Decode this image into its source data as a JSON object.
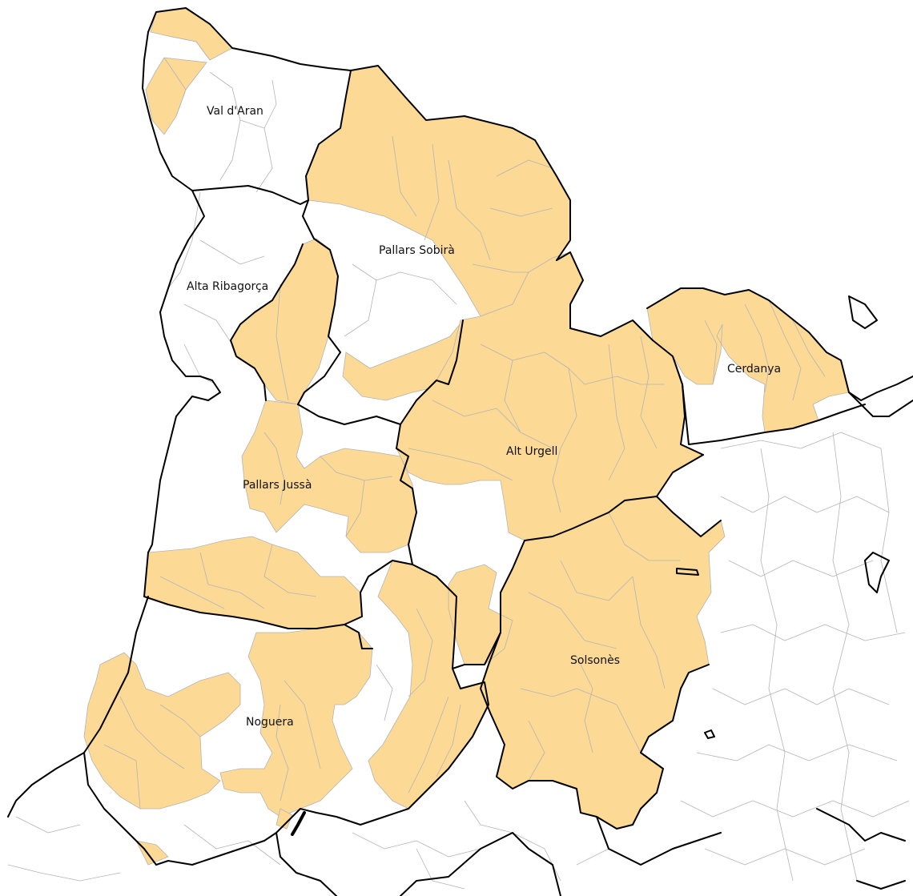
{
  "map": {
    "colors": {
      "highlight_fill": "#fcd995",
      "background_fill": "#ffffff",
      "comarca_border": "#000000",
      "municipal_border": "#b4b4b4"
    },
    "regions": [
      {
        "id": "val-d-aran",
        "label": "Val d'Aran"
      },
      {
        "id": "pallars-sobira",
        "label": "Pallars Sobirà"
      },
      {
        "id": "alta-ribagorca",
        "label": "Alta Ribagorça"
      },
      {
        "id": "cerdanya",
        "label": "Cerdanya"
      },
      {
        "id": "alt-urgell",
        "label": "Alt Urgell"
      },
      {
        "id": "pallars-jussa",
        "label": "Pallars Jussà"
      },
      {
        "id": "solsones",
        "label": "Solsonès"
      },
      {
        "id": "noguera",
        "label": "Noguera"
      }
    ]
  }
}
